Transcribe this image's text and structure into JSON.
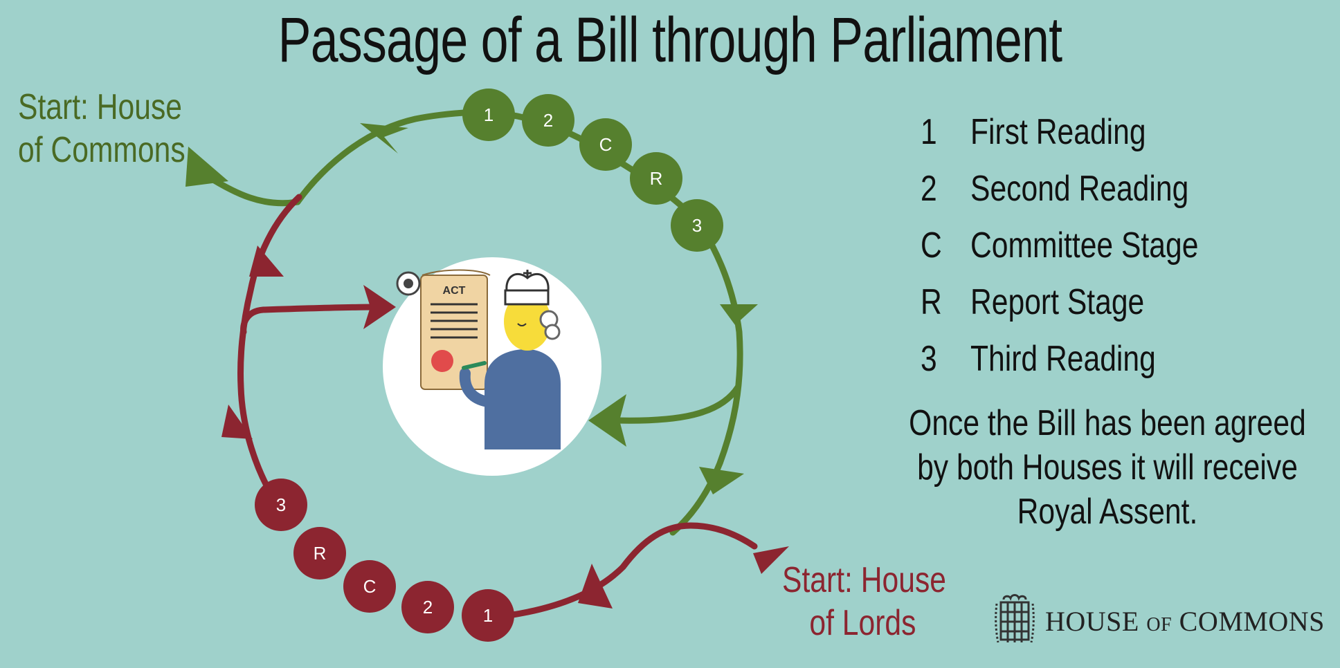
{
  "title": "Passage of a Bill through Parliament",
  "start_commons": {
    "line1": "Start: House",
    "line2": "of Commons"
  },
  "start_lords": {
    "line1": "Start: House",
    "line2": "of Lords"
  },
  "commons_stages": [
    "1",
    "2",
    "C",
    "R",
    "3"
  ],
  "lords_stages": [
    "3",
    "R",
    "C",
    "2",
    "1"
  ],
  "legend": [
    {
      "key": "1",
      "label": "First Reading"
    },
    {
      "key": "2",
      "label": "Second Reading"
    },
    {
      "key": "C",
      "label": "Committee Stage"
    },
    {
      "key": "R",
      "label": "Report Stage"
    },
    {
      "key": "3",
      "label": "Third Reading"
    }
  ],
  "note": {
    "line1": "Once the Bill has been agreed",
    "line2": "by both Houses it will receive",
    "line3": "Royal Assent."
  },
  "act_label": "ACT",
  "logo": {
    "part1": "House",
    "part2": "of",
    "part3": "Commons"
  },
  "colors": {
    "background": "#9fd1cb",
    "commons_green": "#56802e",
    "lords_red": "#8c2530",
    "circle_white": "#ffffff"
  }
}
